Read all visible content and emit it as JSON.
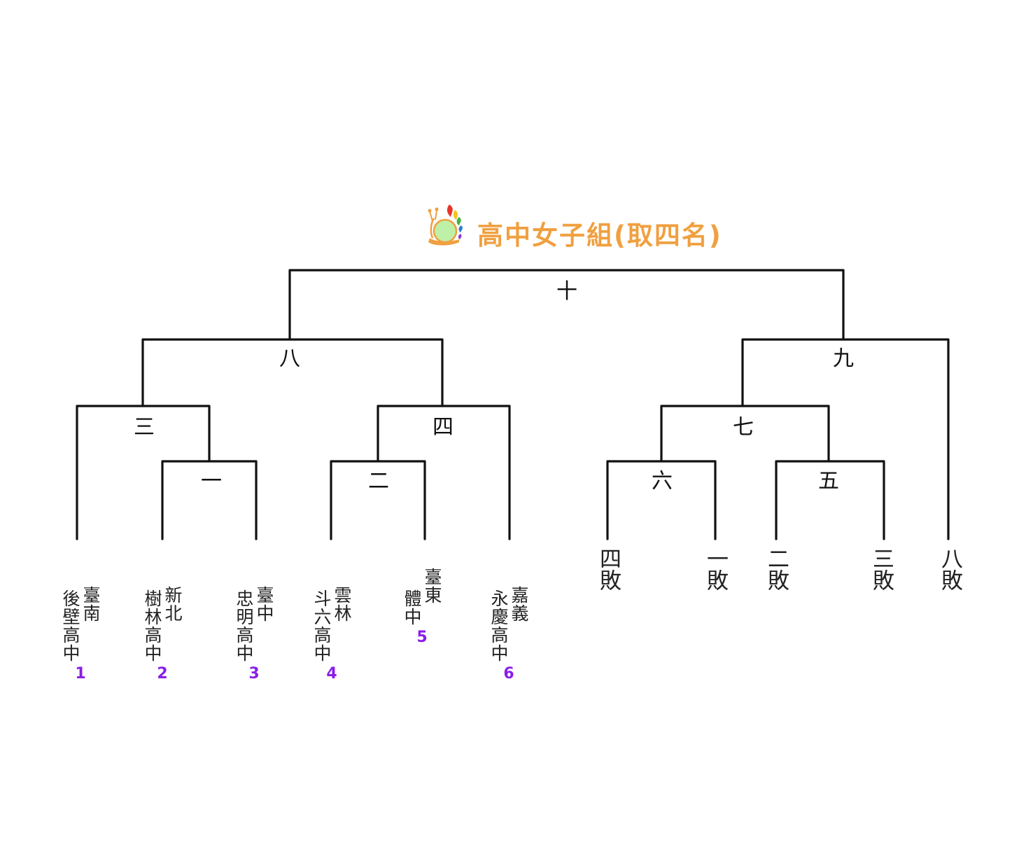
{
  "title": "高中女子組(取四名)",
  "colors": {
    "title": "#f0a040",
    "seed": "#8a1ee8",
    "line": "#111111"
  },
  "logo_icon": "snail-logo",
  "matches": {
    "m1": "一",
    "m2": "二",
    "m3": "三",
    "m4": "四",
    "m5": "五",
    "m6": "六",
    "m7": "七",
    "m8": "八",
    "m9": "九",
    "m10": "十"
  },
  "teams": [
    {
      "region": "臺南",
      "school": "後壁高中",
      "seed": "1"
    },
    {
      "region": "新北",
      "school": "樹林高中",
      "seed": "2"
    },
    {
      "region": "臺中",
      "school": "忠明高中",
      "seed": "3"
    },
    {
      "region": "雲林",
      "school": "斗六高中",
      "seed": "4"
    },
    {
      "region": "臺東",
      "school": "體中",
      "seed": "5"
    },
    {
      "region": "嘉義",
      "school": "永慶高中",
      "seed": "6"
    }
  ],
  "losers": [
    "四敗",
    "一敗",
    "二敗",
    "三敗",
    "八敗"
  ]
}
